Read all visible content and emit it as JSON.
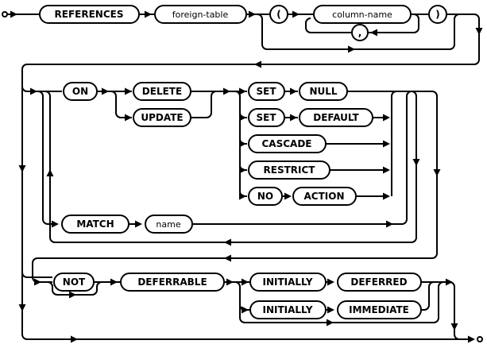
{
  "diagram": {
    "kind": "railroad-syntax-diagram",
    "colors": {
      "line": "#000000",
      "background": "#ffffff",
      "node_fill": "#ffffff",
      "text": "#000000"
    },
    "terminals": {
      "references": "REFERENCES",
      "lparen": "(",
      "comma": ",",
      "rparen": ")",
      "on": "ON",
      "delete": "DELETE",
      "update": "UPDATE",
      "set_1": "SET",
      "null_kw": "NULL",
      "set_2": "SET",
      "default_kw": "DEFAULT",
      "cascade": "CASCADE",
      "restrict": "RESTRICT",
      "no": "NO",
      "action": "ACTION",
      "match": "MATCH",
      "not_kw": "NOT",
      "deferrable": "DEFERRABLE",
      "initially_1": "INITIALLY",
      "deferred": "DEFERRED",
      "initially_2": "INITIALLY",
      "immediate": "IMMEDIATE"
    },
    "nonterminals": {
      "foreign_table": "foreign-table",
      "column_name": "column-name",
      "name": "name"
    }
  }
}
